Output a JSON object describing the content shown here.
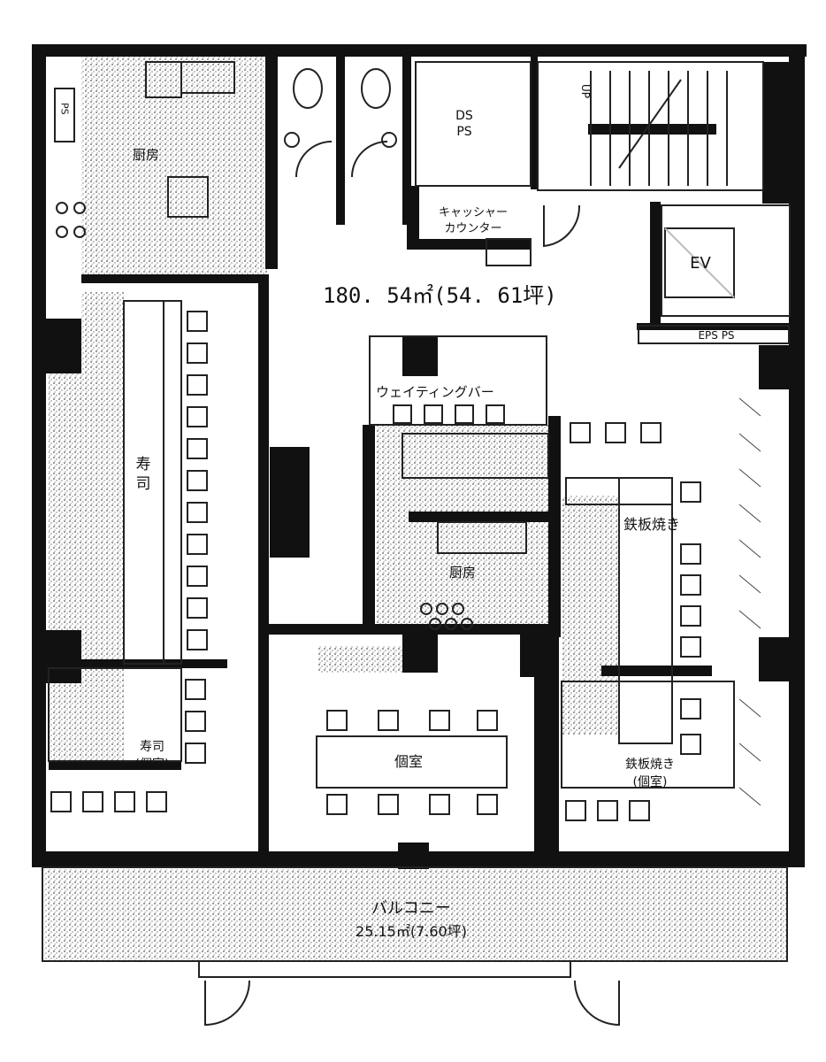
{
  "colors": {
    "wall": "#111111",
    "paper": "#ffffff",
    "hatch": "#8a8a8a",
    "line": "#222222"
  },
  "labels": {
    "kitchen_top": "厨房",
    "ds_ps": "DS\nPS",
    "up": "UP",
    "cashier": "キャッシャー\nカウンター",
    "ev": "EV",
    "area": "180. 54㎡(54. 61坪)",
    "eps_ps": "EPS PS",
    "ps_left": "PS",
    "waiting_bar": "ウェイティングバー",
    "sushi": "寿\n司",
    "teppan": "鉄板焼き",
    "kitchen_center": "厨房",
    "private_room": "個室",
    "sushi_private": "寿司\n(個室)",
    "teppan_private": "鉄板焼き\n(個室)",
    "balcony": "バルコニー",
    "balcony_area": "25.15㎡(7.60坪)"
  },
  "icons": [
    "toilet-icon",
    "sink-icon",
    "stove-icon",
    "door-swing-icon",
    "stair-icon",
    "elevator-icon"
  ]
}
